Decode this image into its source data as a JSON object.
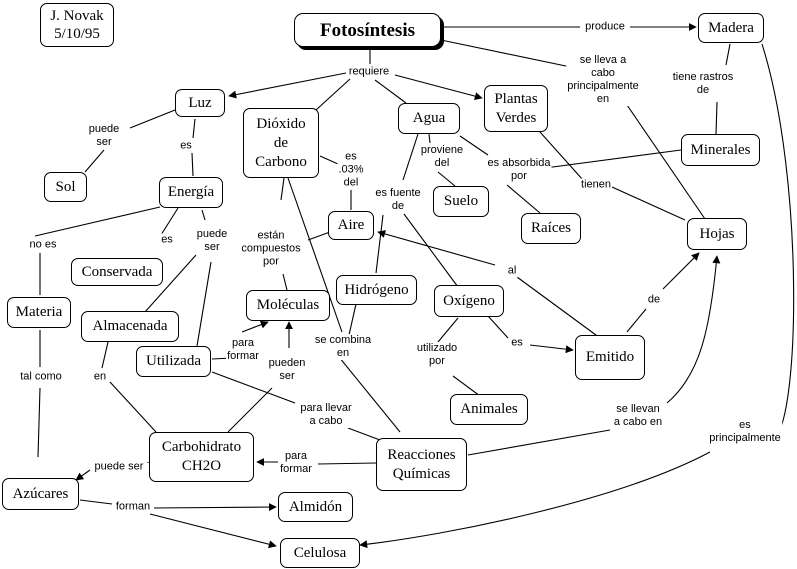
{
  "author_box": {
    "name": "J. Novak",
    "date": "5/10/95"
  },
  "concepts": {
    "fotosintesis": "Fotosíntesis",
    "madera": "Madera",
    "luz": "Luz",
    "dioxido": "Dióxido\nde\nCarbono",
    "agua": "Agua",
    "plantas": "Plantas\nVerdes",
    "minerales": "Minerales",
    "sol": "Sol",
    "energia": "Energía",
    "suelo": "Suelo",
    "raices": "Raíces",
    "hojas": "Hojas",
    "aire": "Aire",
    "conservada": "Conservada",
    "materia": "Materia",
    "moleculas": "Moléculas",
    "hidrogeno": "Hidrógeno",
    "oxigeno": "Oxígeno",
    "almacenada": "Almacenada",
    "utilizada": "Utilizada",
    "emitido": "Emitido",
    "animales": "Animales",
    "carbohidrato": "Carbohidrato\nCH2O",
    "reacciones": "Reacciones\nQuímicas",
    "azucares": "Azúcares",
    "almidon": "Almidón",
    "celulosa": "Celulosa"
  },
  "links": {
    "produce": "produce",
    "requiere": "requiere",
    "lleva_cabo": "se lleva a\ncabo\nprincipalmente\nen",
    "tiene_rastros": "tiene rastros\nde",
    "puede_ser_sol": "puede\nser",
    "es_luz": "es",
    "es_03": "es\n.03%\ndel",
    "proviene": "proviene\ndel",
    "absorbida": "es absorbida\npor",
    "tienen": "tienen",
    "fuente": "es fuente\nde",
    "no_es": "no es",
    "es_cons": "es",
    "puede_ser_en": "puede\nser",
    "compuestos": "están\ncompuestos\npor",
    "al": "al",
    "de": "de",
    "combina": "se combina\nen",
    "es_emit": "es",
    "utilizado": "utilizado\npor",
    "tal_como": "tal como",
    "en": "en",
    "para_formar_mol": "para\nformar",
    "pueden_ser": "pueden\nser",
    "para_llevar": "para llevar\na cabo",
    "llevan_cabo": "se llevan\na cabo en",
    "principalmente": "es\nprincipalmente",
    "para_formar_carb": "para\nformar",
    "puede_ser_az": "puede ser",
    "forman": "forman"
  }
}
